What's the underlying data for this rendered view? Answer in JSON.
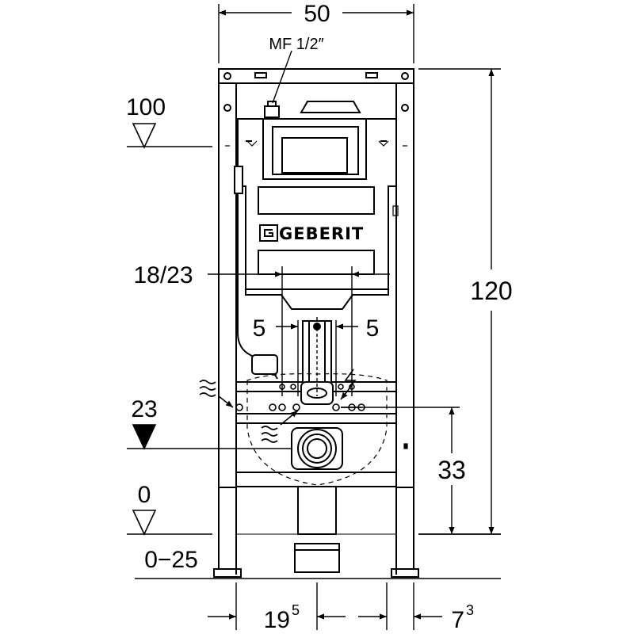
{
  "dimensions": {
    "width_top": "50",
    "connection": "MF 1/2″",
    "level_100": "100",
    "height_120": "120",
    "spacing_18_23": "18/23",
    "offset_left": "5",
    "offset_right": "5",
    "level_23": "23",
    "height_33": "33",
    "level_0": "0",
    "floor_range": "0−25",
    "bottom_left_base": "19",
    "bottom_left_sup": "5",
    "bottom_right_base": "7",
    "bottom_right_sup": "3"
  },
  "brand": {
    "logo_text": "GEBERIT"
  },
  "colors": {
    "line": "#000000",
    "background": "#ffffff"
  }
}
